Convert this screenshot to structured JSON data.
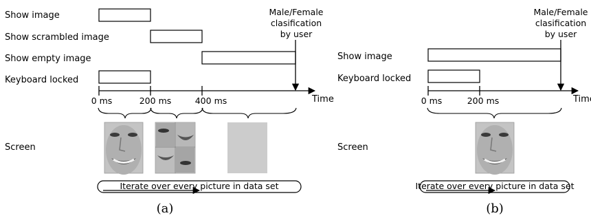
{
  "panel_a": {
    "rows": [
      "Show image",
      "Show scrambled image",
      "Show empty image",
      "Keyboard locked"
    ],
    "classification_note": [
      "Male/Female",
      "clasification",
      "by user"
    ],
    "axis_label": "Time",
    "ticks": [
      "0 ms",
      "200 ms",
      "400 ms"
    ],
    "screen_label": "Screen",
    "iterate_label": "Iterate over every picture in data set",
    "caption": "(a)"
  },
  "panel_b": {
    "rows": [
      "Show image",
      "Keyboard locked"
    ],
    "classification_note": [
      "Male/Female",
      "clasification",
      "by user"
    ],
    "axis_label": "Time",
    "ticks": [
      "0 ms",
      "200 ms"
    ],
    "screen_label": "Screen",
    "iterate_label": "Iterate over every picture in data set",
    "caption": "(b)"
  },
  "colors": {
    "line": "#000000",
    "empty_image": "#cccccc",
    "face_skin": "#b9b9b9"
  }
}
